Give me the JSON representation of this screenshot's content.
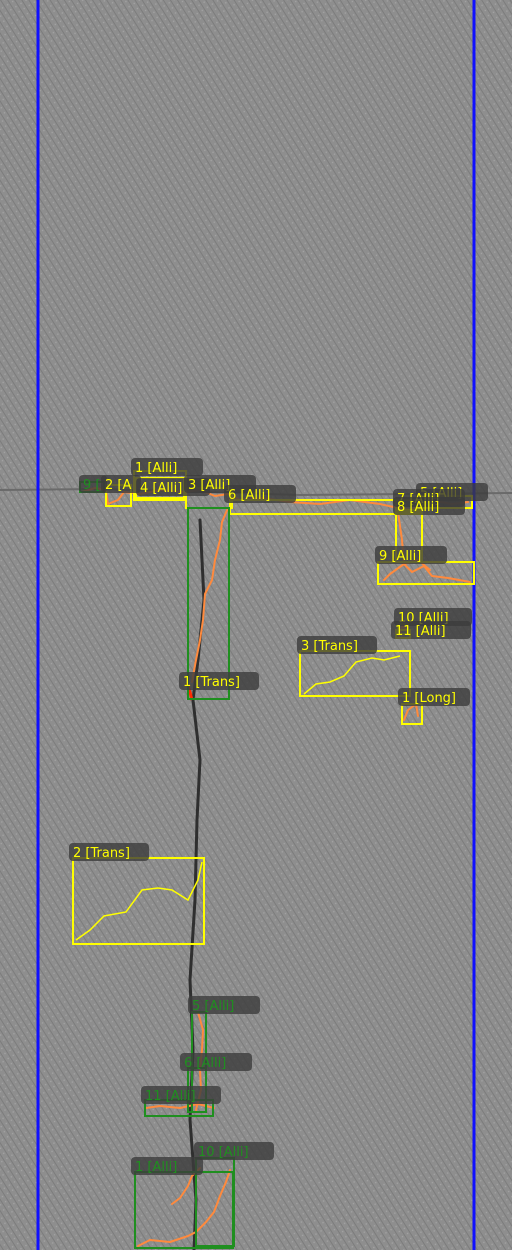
{
  "surface": {
    "background": "#8c8c8c",
    "texture": "#7a7a7a",
    "crack_color": "#2a2a2a"
  },
  "lanes": {
    "color": "#1010ff"
  },
  "colors": {
    "yellow": "#ffff00",
    "green": "#1f8f1f",
    "orange": "#ff8a3d",
    "red": "#ff2a00",
    "label_bg": "#3c3c3c"
  },
  "detections": [
    {
      "id": "d1",
      "label": "1 [Alli]",
      "color": "yellow"
    },
    {
      "id": "d2",
      "label": "9 [",
      "color": "green"
    },
    {
      "id": "d3",
      "label": "2 [A",
      "color": "yellow"
    },
    {
      "id": "d4",
      "label": "4 [Alli]",
      "color": "yellow"
    },
    {
      "id": "d5",
      "label": "3 [Alli]",
      "color": "yellow"
    },
    {
      "id": "d6",
      "label": "6 [Alli]",
      "color": "yellow"
    },
    {
      "id": "d7",
      "label": "5 [Alli]",
      "color": "yellow"
    },
    {
      "id": "d8",
      "label": "7 [Alli]",
      "color": "yellow"
    },
    {
      "id": "d9",
      "label": "8 [Alli]",
      "color": "yellow"
    },
    {
      "id": "d10",
      "label": "9 [Alli]",
      "color": "yellow"
    },
    {
      "id": "d11",
      "label": "10 [Alli]",
      "color": "yellow"
    },
    {
      "id": "d12",
      "label": "11 [Alli]",
      "color": "yellow"
    },
    {
      "id": "d13",
      "label": "3 [Trans]",
      "color": "yellow"
    },
    {
      "id": "d14",
      "label": "1 [Long]",
      "color": "yellow"
    },
    {
      "id": "d15",
      "label": "1 [Trans]",
      "color": "yellow"
    },
    {
      "id": "d16",
      "label": "2 [Trans]",
      "color": "yellow"
    },
    {
      "id": "d17",
      "label": "5 [Alli]",
      "color": "green"
    },
    {
      "id": "d18",
      "label": "6 [Alli]",
      "color": "green"
    },
    {
      "id": "d19",
      "label": "11 [Alli]",
      "color": "green"
    },
    {
      "id": "d20",
      "label": "10 [Alli]",
      "color": "green"
    },
    {
      "id": "d21",
      "label": "1 [Alli]",
      "color": "green"
    }
  ]
}
